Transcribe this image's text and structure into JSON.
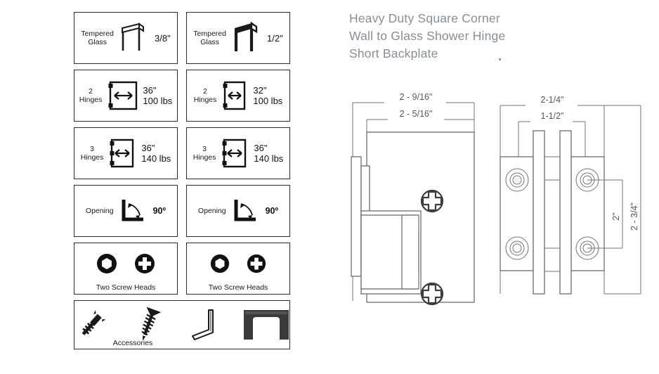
{
  "title": {
    "line1": "Heavy Duty Square Corner",
    "line2": "Wall to Glass Shower Hinge",
    "line3": "Short Backplate"
  },
  "spec_grid": {
    "rows": [
      {
        "name": "glass-thickness",
        "cells": [
          {
            "label": "Tempered\nGlass",
            "value": "3/8\"",
            "icon": "tempered-glass-thin-icon"
          },
          {
            "label": "Tempered\nGlass",
            "value": "1/2\"",
            "icon": "tempered-glass-thick-icon"
          }
        ]
      },
      {
        "name": "two-hinges-capacity",
        "cells": [
          {
            "label": "2\nHinges",
            "value": "36\"",
            "value2": "100 lbs",
            "icon": "door-width-2-hinge-icon"
          },
          {
            "label": "2\nHinges",
            "value": "32\"",
            "value2": "100 lbs",
            "icon": "door-width-2-hinge-icon"
          }
        ]
      },
      {
        "name": "three-hinges-capacity",
        "cells": [
          {
            "label": "3\nHinges",
            "value": "36\"",
            "value2": "140 lbs",
            "icon": "door-width-3-hinge-icon"
          },
          {
            "label": "3\nHinges",
            "value": "36\"",
            "value2": "140 lbs",
            "icon": "door-width-3-hinge-icon"
          }
        ]
      },
      {
        "name": "opening-angle",
        "cells": [
          {
            "label": "Opening",
            "value": "90º",
            "icon": "opening-angle-icon"
          },
          {
            "label": "Opening",
            "value": "90º",
            "icon": "opening-angle-icon"
          }
        ]
      },
      {
        "name": "screw-heads",
        "cells": [
          {
            "caption": "Two Screw Heads",
            "icon": "hex-screw-head-icon,phillips-screw-head-icon"
          },
          {
            "caption": "Two Screw Heads",
            "icon": "hex-screw-head-icon,phillips-screw-head-icon"
          }
        ]
      }
    ],
    "accessories": {
      "caption": "Accessories",
      "icons": [
        "wall-anchor-icon",
        "wood-screw-icon",
        "allen-key-icon",
        "u-bracket-icon"
      ]
    }
  },
  "drawings": {
    "left": {
      "name": "side-view",
      "dim_outer": "2 - 9/16\"",
      "dim_inner": "2 - 5/16\""
    },
    "right": {
      "name": "front-view",
      "dim_outer": "2-1/4\"",
      "dim_inner": "1-1/2\"",
      "dim_height_inner": "2\"",
      "dim_height_outer": "2 - 3/4\""
    }
  },
  "colors": {
    "title_gray": "#8a8e93",
    "line_gray": "#6f7479",
    "ink": "#1a1a1a"
  }
}
